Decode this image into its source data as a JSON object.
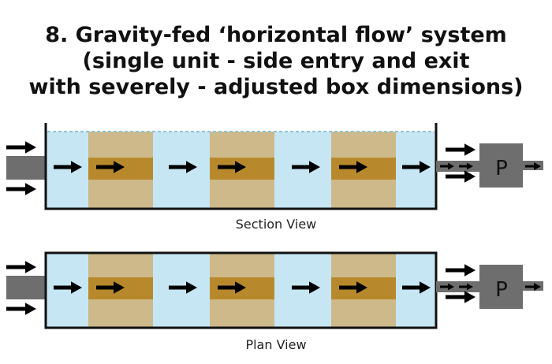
{
  "title": {
    "line1": "8. Gravity-fed ‘horizontal flow’ system",
    "line2": "(single unit - side entry and exit",
    "line3": "with severely - adjusted box dimensions)"
  },
  "section_view": {
    "caption": "Section View",
    "pump_label": "P"
  },
  "plan_view": {
    "caption": "Plan View",
    "pump_label": "P"
  },
  "colors": {
    "water": "#c6e6f4",
    "media": "#cdb98a",
    "media_core": "#b8892c",
    "pipe": "#6e6e6e",
    "outline": "#111111",
    "arrow": "#000000",
    "water_line": "#8cc4dc"
  }
}
